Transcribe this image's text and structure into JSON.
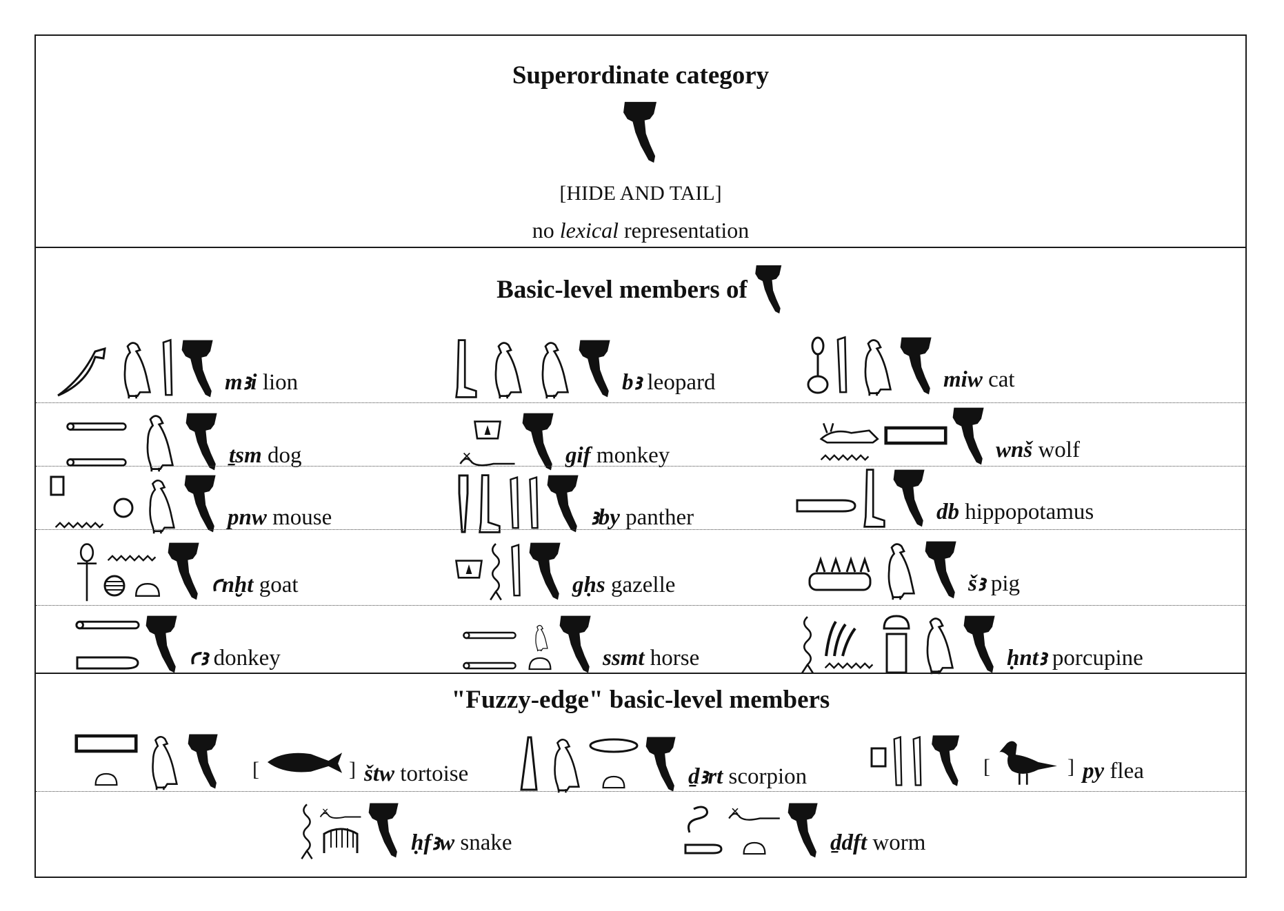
{
  "header": {
    "title": "Superordinate category",
    "concept": "[HIDE AND TAIL]",
    "note_prefix": "no",
    "note_italic": "lexical",
    "note_suffix": "representation"
  },
  "basic": {
    "title": "Basic-level members of",
    "entries": [
      {
        "translit": "mꜣi",
        "gloss": "lion"
      },
      {
        "translit": "bꜣ",
        "gloss": "leopard"
      },
      {
        "translit": "miw",
        "gloss": "cat"
      },
      {
        "translit": "ṯsm",
        "gloss": "dog"
      },
      {
        "translit": "gif",
        "gloss": "monkey"
      },
      {
        "translit": "wnš",
        "gloss": "wolf"
      },
      {
        "translit": "pnw",
        "gloss": "mouse"
      },
      {
        "translit": "ꜣby",
        "gloss": "panther"
      },
      {
        "translit": "db",
        "gloss": "hippopotamus"
      },
      {
        "translit": "ꜥnḫt",
        "gloss": "goat"
      },
      {
        "translit": "gḥs",
        "gloss": "gazelle"
      },
      {
        "translit": "šꜣ",
        "gloss": "pig"
      },
      {
        "translit": "ꜥꜣ",
        "gloss": "donkey"
      },
      {
        "translit": "ssmt",
        "gloss": "horse"
      },
      {
        "translit": "ḥntꜣ",
        "gloss": "porcupine"
      }
    ]
  },
  "fuzzy": {
    "title": "\"Fuzzy-edge\" basic-level members",
    "entries": [
      {
        "translit": "štw",
        "gloss": "tortoise"
      },
      {
        "translit": "ḏꜣrt",
        "gloss": "scorpion"
      },
      {
        "translit": "py",
        "gloss": "flea"
      },
      {
        "translit": "ḥfꜣw",
        "gloss": "snake"
      },
      {
        "translit": "ḏdft",
        "gloss": "worm"
      }
    ],
    "bracket_open": "[",
    "bracket_close": "]"
  },
  "icons": {
    "determinative": "hide-and-tail-icon",
    "colors": {
      "ink": "#111111",
      "line": "#1a1a1a"
    }
  }
}
